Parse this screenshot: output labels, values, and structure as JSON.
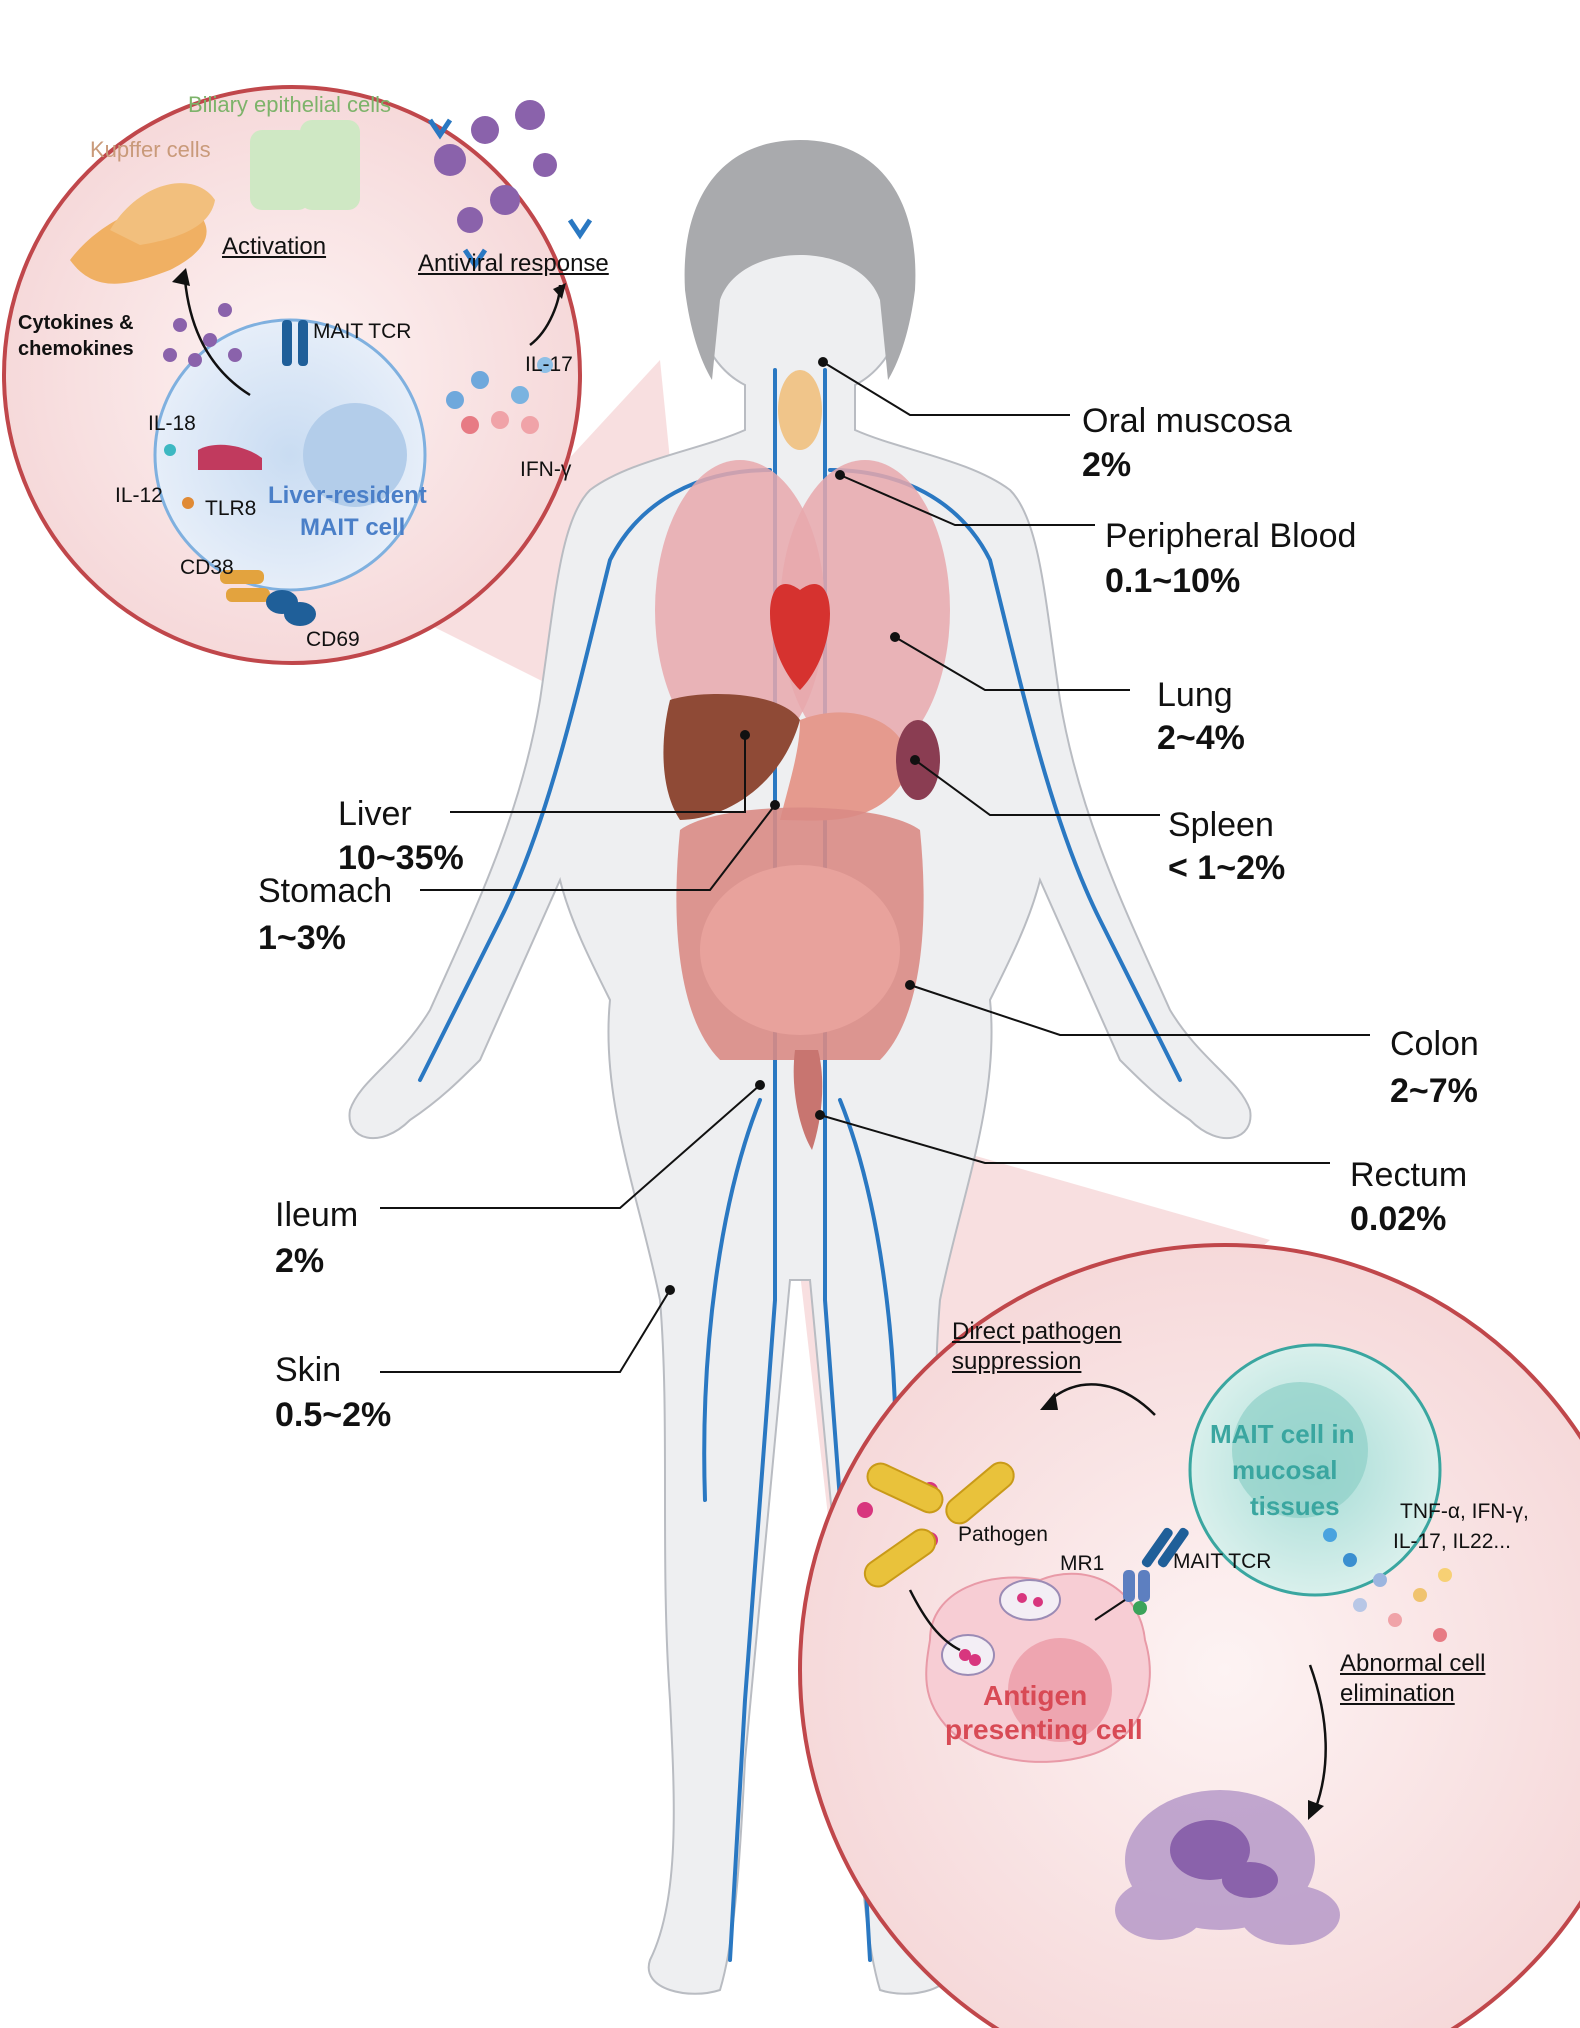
{
  "organ_labels": [
    {
      "name": "Oral muscosa",
      "percent": "2%"
    },
    {
      "name": "Peripheral Blood",
      "percent": "0.1~10%"
    },
    {
      "name": "Lung",
      "percent": "2~4%"
    },
    {
      "name": "Spleen",
      "percent": "< 1~2%"
    },
    {
      "name": "Liver",
      "percent": "10~35%"
    },
    {
      "name": "Stomach",
      "percent": "1~3%"
    },
    {
      "name": "Colon",
      "percent": "2~7%"
    },
    {
      "name": "Rectum",
      "percent": "0.02%"
    },
    {
      "name": "Ileum",
      "percent": "2%"
    },
    {
      "name": "Skin",
      "percent": "0.5~2%"
    }
  ],
  "liver_inset": {
    "biliary": "Biliary epithelial cells",
    "kupffer": "Kupffer cells",
    "activation": "Activation",
    "antiviral": "Antiviral response",
    "cytokines_line1": "Cytokines &",
    "cytokines_line2": "chemokines",
    "mait_tcr": "MAIT TCR",
    "il17": "IL-17",
    "ifng": "IFN-γ",
    "il18": "IL-18",
    "il12": "IL-12",
    "tlr8": "TLR8",
    "cd38": "CD38",
    "cd69": "CD69",
    "cell_line1": "Liver-resident",
    "cell_line2": "MAIT cell"
  },
  "mucosal_inset": {
    "direct_line1": "Direct pathogen",
    "direct_line2": "suppression",
    "cell_line1": "MAIT cell in",
    "cell_line2": "mucosal",
    "cell_line3": "tissues",
    "cytokines_line1": "TNF-α, IFN-γ,",
    "cytokines_line2": "IL-17, IL22...",
    "pathogen": "Pathogen",
    "mr1": "MR1",
    "mait_tcr": "MAIT TCR",
    "abnormal_line1": "Abnormal cell",
    "abnormal_line2": "elimination",
    "apc_line1": "Antigen",
    "apc_line2": "presenting cell"
  },
  "colors": {
    "inset_border": "#c0474b",
    "vessel": "#2a78c2",
    "mait_cell_text": "#4a7fc8",
    "mucosal_cell_text": "#3aa6a0",
    "apc_text": "#d84a55"
  }
}
